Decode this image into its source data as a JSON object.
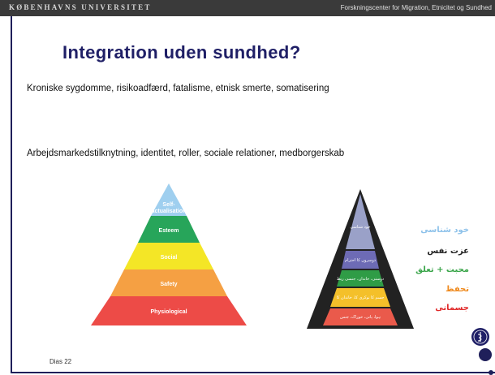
{
  "header": {
    "university": "KØBENHAVNS UNIVERSITET",
    "center": "Forskningscenter for Migration, Etnicitet og Sundhed"
  },
  "slide": {
    "title": "Integration uden sundhed?",
    "line1": "Kroniske sygdomme, risikoadfærd, fatalisme, etnisk smerte, somatisering",
    "line2": "Arbejdsmarkedstilknytning, identitet, roller, sociale relationer, medborgerskab",
    "slide_number": "Dias 22"
  },
  "maslow": {
    "levels": [
      {
        "label1": "Self-",
        "label2": "actualisation",
        "color": "#9fcfef"
      },
      {
        "label": "Esteem",
        "color": "#27a55a"
      },
      {
        "label": "Social",
        "color": "#f4e626"
      },
      {
        "label": "Safety",
        "color": "#f5a043"
      },
      {
        "label": "Physiological",
        "color": "#ed4b47"
      }
    ]
  },
  "urdu": {
    "labels": [
      {
        "text": "خود شناسی",
        "color": "#8ec2ea"
      },
      {
        "text": "عزت نفس",
        "color": "#222222"
      },
      {
        "text": "محبت + تعلق",
        "color": "#3aa54a"
      },
      {
        "text": "تحفظ",
        "color": "#ef8a1e"
      },
      {
        "text": "جسمانی",
        "color": "#e02a2a"
      }
    ],
    "tiers": [
      "خود شناسی",
      "دوسروں کا احترام",
      "دوستی، خاندان، جنسی ربط",
      "جسم کا نوکری کا، خاندان کا",
      "ہوا، پانی، خوراک، جنس"
    ]
  }
}
